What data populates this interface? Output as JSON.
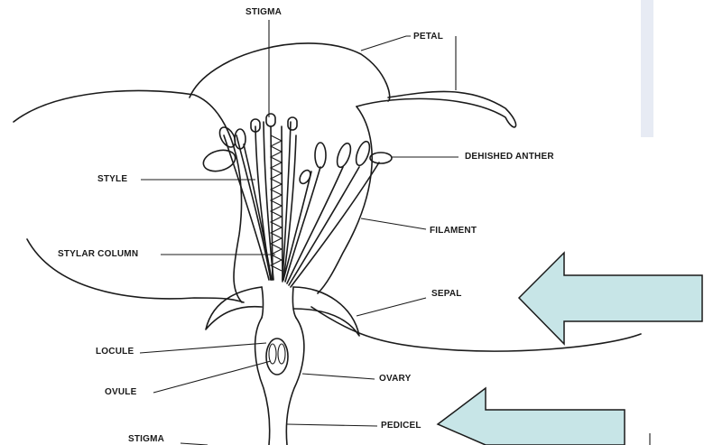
{
  "labels": {
    "stigma_top": "STIGMA",
    "petal": "PETAL",
    "dehisced_anther": "DEHISHED ANTHER",
    "style": "STYLE",
    "filament": "FILAMENT",
    "stylar_column": "STYLAR COLUMN",
    "sepal": "SEPAL",
    "locule": "LOCULE",
    "ovary": "OVARY",
    "ovule": "OVULE",
    "pedicel": "PEDICEL",
    "stigma_bottom": "STIGMA"
  },
  "colors": {
    "arrow_fill": "#c7e5e7",
    "arrow_stroke": "#1a1a1a",
    "side_bar": "#e7ebf4"
  }
}
